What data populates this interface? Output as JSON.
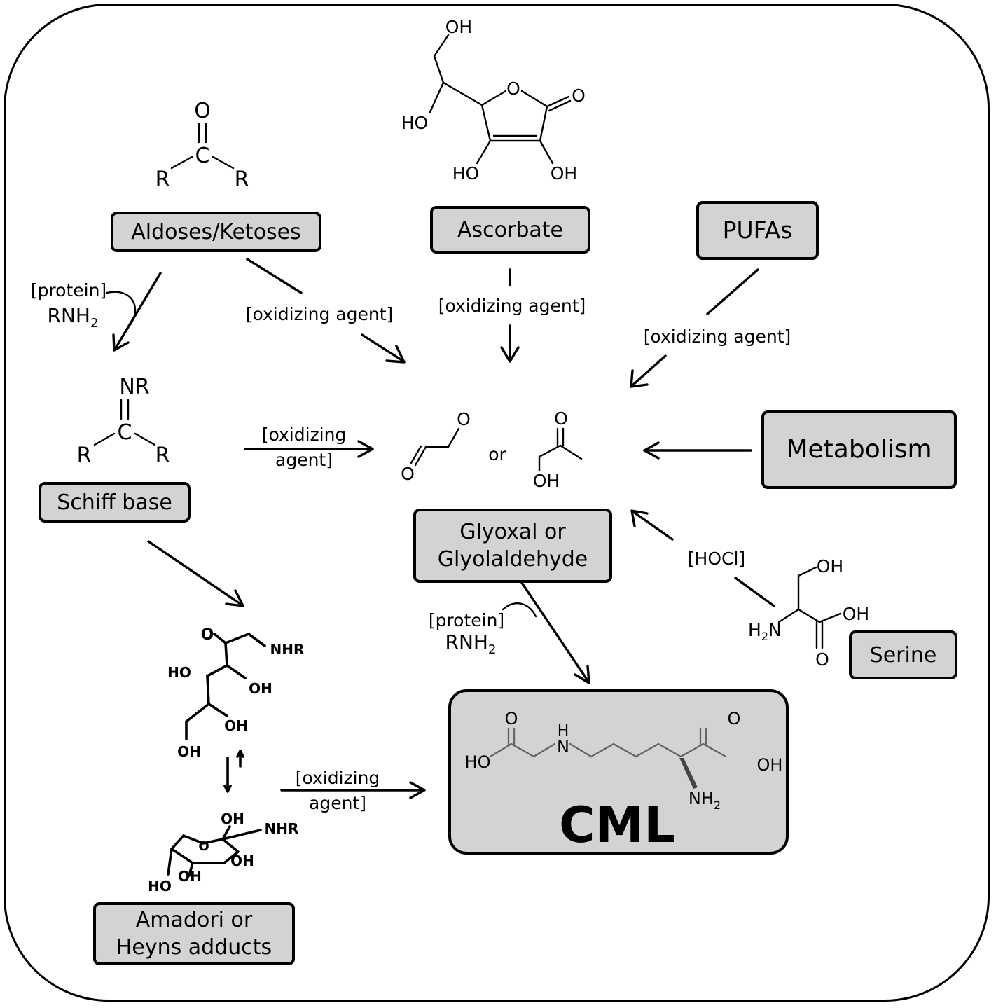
{
  "boxes": {
    "aldoses": "Aldoses/Ketoses",
    "ascorbate": "Ascorbate",
    "pufas": "PUFAs",
    "metabolism": "Metabolism",
    "schiff": "Schiff base",
    "glyoxal_line1": "Glyoxal or",
    "glyoxal_line2": "Glyolaldehyde",
    "serine": "Serine",
    "amadori_line1": "Amadori or",
    "amadori_line2": "Heyns adducts",
    "cml": "CML"
  },
  "labels": {
    "oxidizing_agent": "[oxidizing agent]",
    "oxidizing": "[oxidizing",
    "agent": "agent]",
    "protein": "[protein]",
    "rnh2": "RNH",
    "rnh2_sub": "2",
    "hocl": "[HOCl]",
    "or": "or"
  },
  "atoms": {
    "O": "O",
    "C": "C",
    "R": "R",
    "NR": "NR",
    "OH": "OH",
    "HO": "HO",
    "N": "N",
    "H": "H",
    "NHR": "NHR",
    "H2N_H": "H",
    "H2N_sub": "2",
    "H2N_N": "N",
    "NH": "NH",
    "NH_sub": "2"
  }
}
